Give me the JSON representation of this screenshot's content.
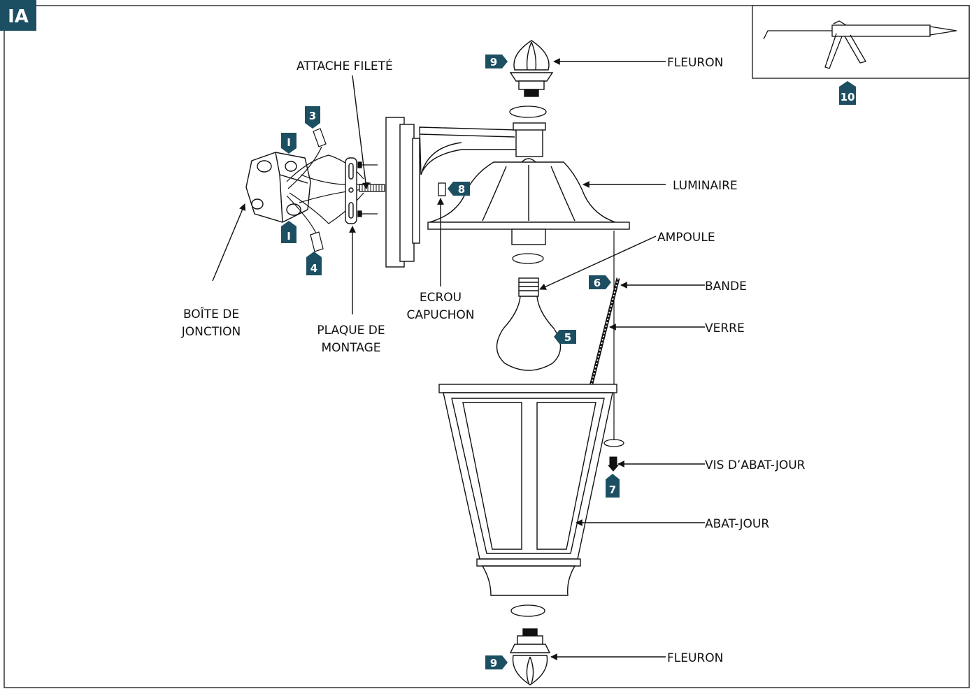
{
  "figure_id": "IA",
  "labels": {
    "attache_filete": "ATTACHE FILETÉ",
    "fleuron_top": "FLEURON",
    "luminaire": "LUMINAIRE",
    "ampoule": "AMPOULE",
    "bande": "BANDE",
    "verre": "VERRE",
    "vis_abat_jour": "VIS D’ABAT-JOUR",
    "abat_jour": "ABAT-JOUR",
    "fleuron_bottom": "FLEURON",
    "boite_line1": "BOÎTE DE",
    "boite_line2": "JONCTION",
    "plaque_line1": "PLAQUE DE",
    "plaque_line2": "MONTAGE",
    "ecrou_line1": "ECROU",
    "capuchon_line2": "CAPUCHON"
  },
  "tags": {
    "tag1_top": "I",
    "tag1_bottom": "I",
    "tag3": "3",
    "tag4": "4",
    "tag5": "5",
    "tag6": "6",
    "tag7": "7",
    "tag8": "8",
    "tag9_top": "9",
    "tag9_bottom": "9",
    "tag10": "10"
  },
  "colors": {
    "tag": "#1d4f62",
    "line": "#111111"
  }
}
